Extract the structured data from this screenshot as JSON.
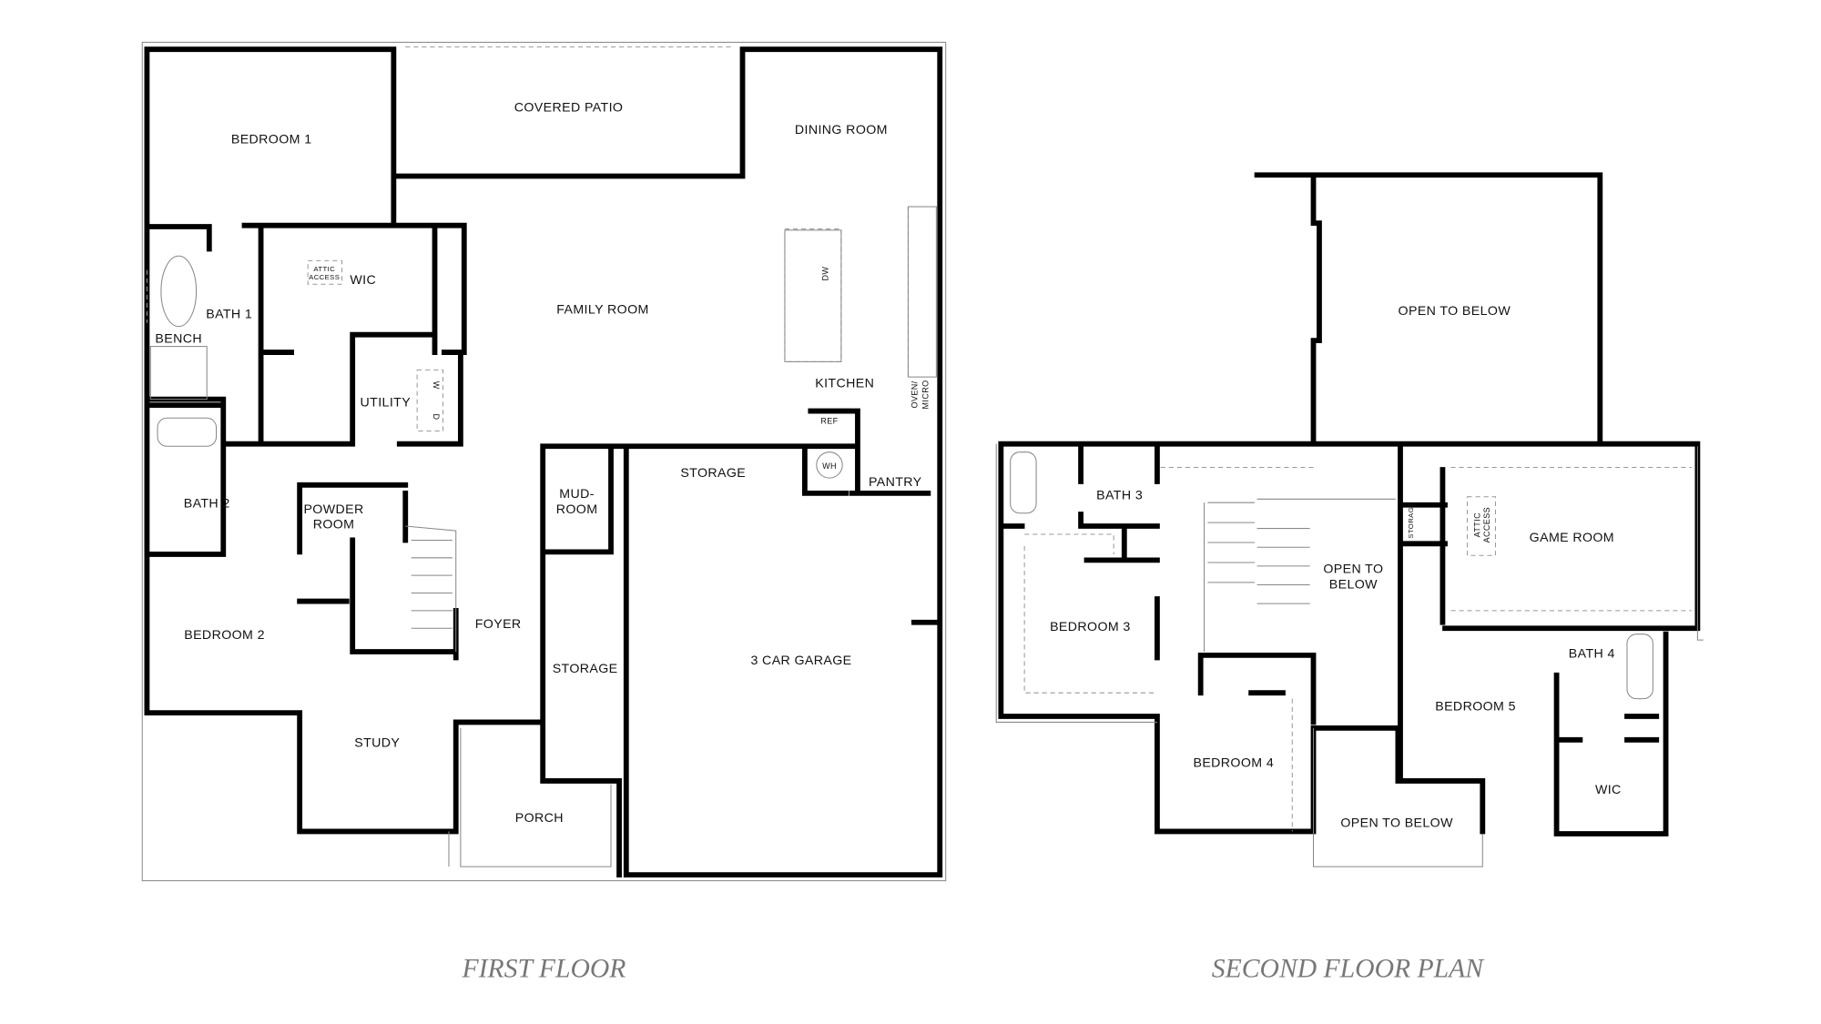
{
  "first_floor": {
    "title": "FIRST FLOOR",
    "rooms": {
      "bedroom1": "BEDROOM 1",
      "covered_patio": "COVERED PATIO",
      "dining_room": "DINING ROOM",
      "wic": "WIC",
      "attic_access_1": "ATTIC",
      "attic_access_2": "ACCESS",
      "bath1": "BATH 1",
      "family_room": "FAMILY ROOM",
      "bench": "BENCH",
      "kitchen": "KITCHEN",
      "utility": "UTILITY",
      "washer": "W",
      "dryer": "D",
      "oven_1": "OVEN/",
      "oven_2": "MICRO",
      "dishwasher": "DW",
      "refrigerator": "REF",
      "water_heater": "WH",
      "storage_top": "STORAGE",
      "pantry": "PANTRY",
      "mudroom_1": "MUD-",
      "mudroom_2": "ROOM",
      "bath2": "BATH 2",
      "powder_1": "POWDER",
      "powder_2": "ROOM",
      "foyer": "FOYER",
      "bedroom2": "BEDROOM 2",
      "storage_garage": "STORAGE",
      "garage": "3 CAR GARAGE",
      "study": "STUDY",
      "porch": "PORCH"
    }
  },
  "second_floor": {
    "title": "SECOND FLOOR PLAN",
    "rooms": {
      "open_below_top": "OPEN TO BELOW",
      "bath3": "BATH 3",
      "storage": "STORAGE",
      "attic_access_1": "ATTIC",
      "attic_access_2": "ACCESS",
      "game_room": "GAME ROOM",
      "open_below_mid_1": "OPEN TO",
      "open_below_mid_2": "BELOW",
      "bedroom3": "BEDROOM 3",
      "bath4": "BATH 4",
      "bedroom5": "BEDROOM 5",
      "bedroom4": "BEDROOM 4",
      "wic": "WIC",
      "open_below_bottom": "OPEN TO BELOW"
    }
  }
}
